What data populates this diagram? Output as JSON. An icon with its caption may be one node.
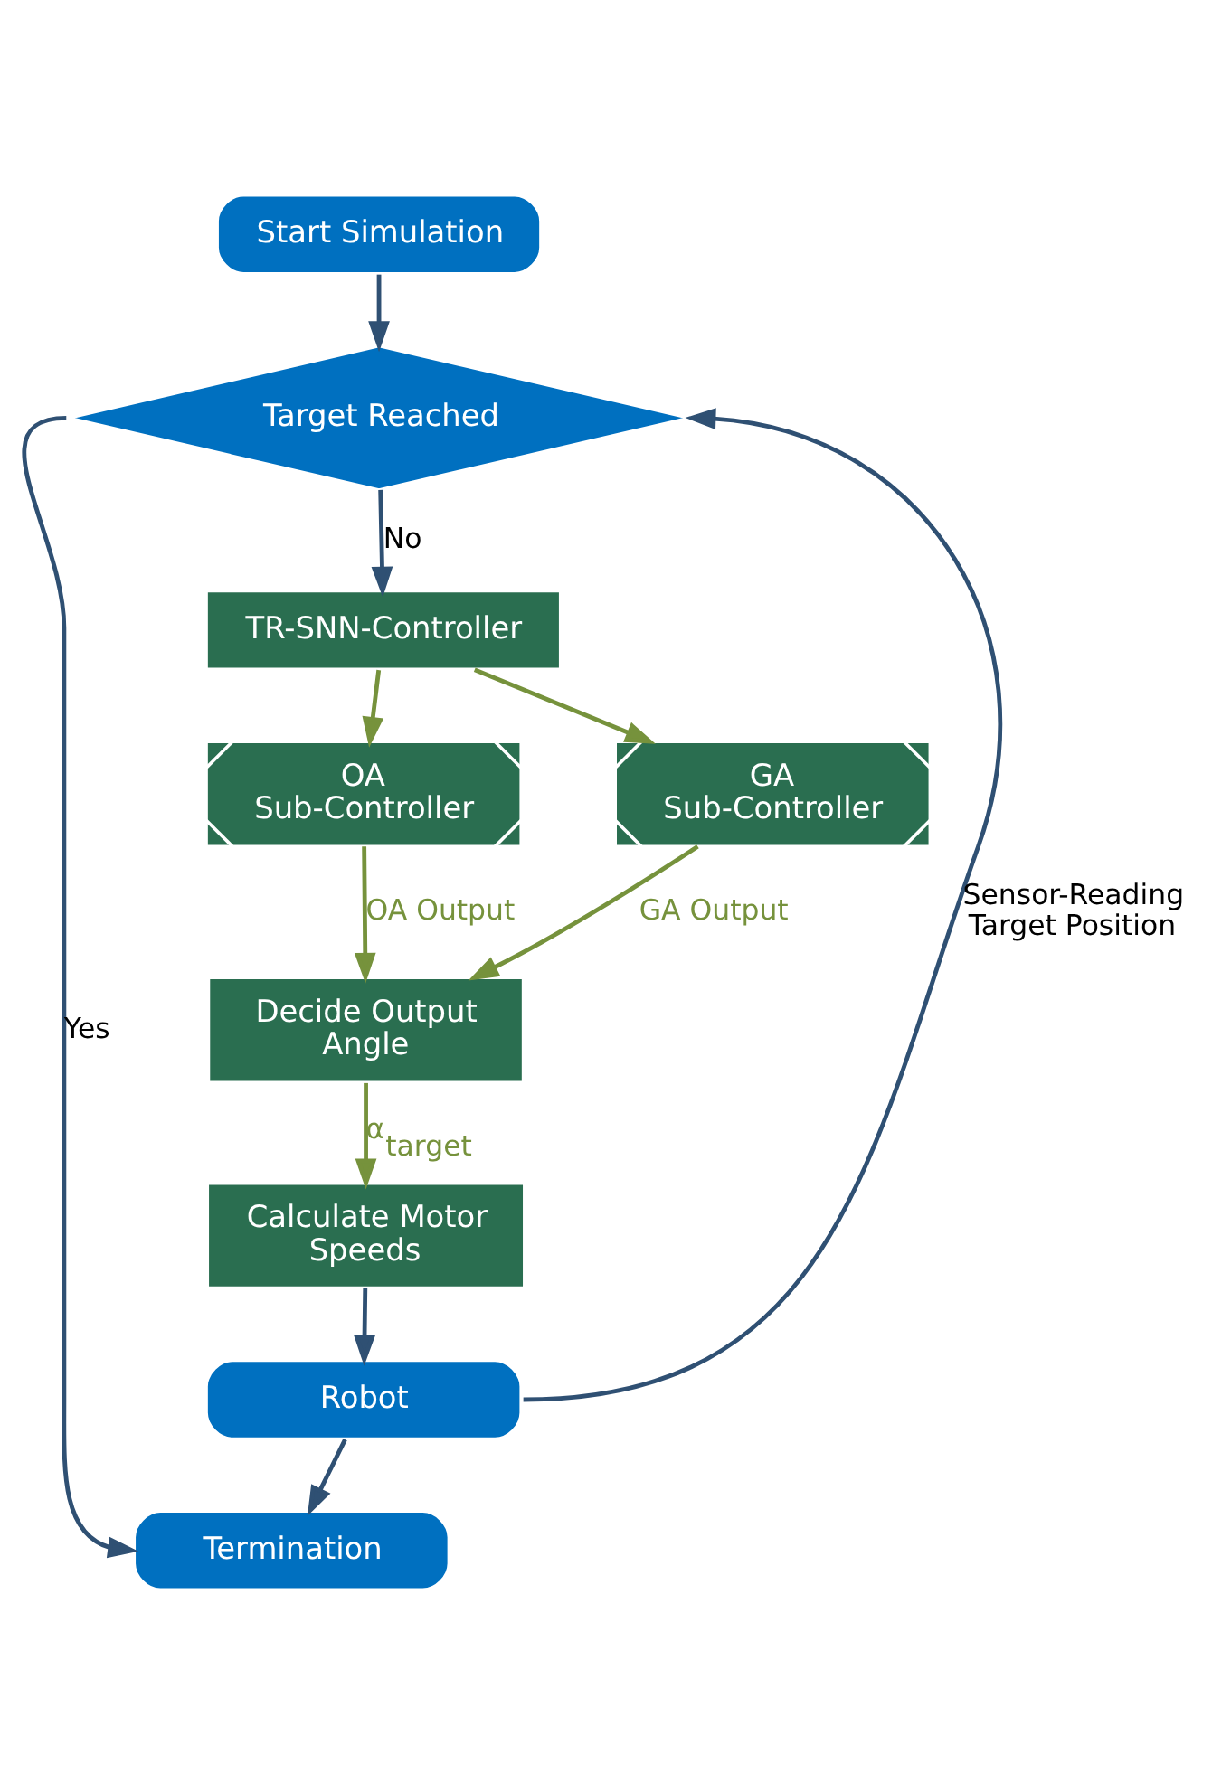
{
  "diagram": {
    "nodes": [
      {
        "text": [
          "Start Simulation"
        ]
      },
      {
        "text": [
          "Target Reached"
        ]
      },
      {
        "text": [
          "TR-SNN-Controller"
        ]
      },
      {
        "text": [
          "OA Sub-Controller"
        ]
      },
      {
        "text": [
          "GA Sub-Controller"
        ]
      },
      {
        "text": [
          "Decide Output Angle"
        ]
      },
      {
        "text": [
          "Calculate Motor Speeds"
        ]
      },
      {
        "text": [
          "Robot"
        ]
      },
      {
        "text": [
          "Termination"
        ]
      }
    ],
    "edges": [
      {
        "from": 0,
        "to": 1,
        "arrow": "to"
      },
      {
        "from": 1,
        "to": 8,
        "arrow": "to",
        "label": "Yes"
      },
      {
        "from": 1,
        "to": 2,
        "arrow": "to",
        "label": "No"
      },
      {
        "from": 2,
        "to": 3,
        "arrow": "to",
        "color": "#76923c"
      },
      {
        "from": 2,
        "to": 4,
        "arrow": "to",
        "color": "#76923c"
      },
      {
        "from": 3,
        "to": 5,
        "arrow": "to",
        "label": "OA Output",
        "color": "#76923c"
      },
      {
        "from": 4,
        "to": 5,
        "arrow": "to",
        "label": "GA Output",
        "color": "#76923c"
      },
      {
        "from": 5,
        "to": 6,
        "arrow": "to",
        "label": "α$_{target}$",
        "color": "#76923c"
      },
      {
        "from": 6,
        "to": 7,
        "arrow": "to"
      },
      {
        "from": 7,
        "to": 1,
        "arrow": "to",
        "label": "Sensor-Reading Target Position"
      },
      {
        "from": 7,
        "to": 8,
        "arrow": "to"
      }
    ]
  }
}
